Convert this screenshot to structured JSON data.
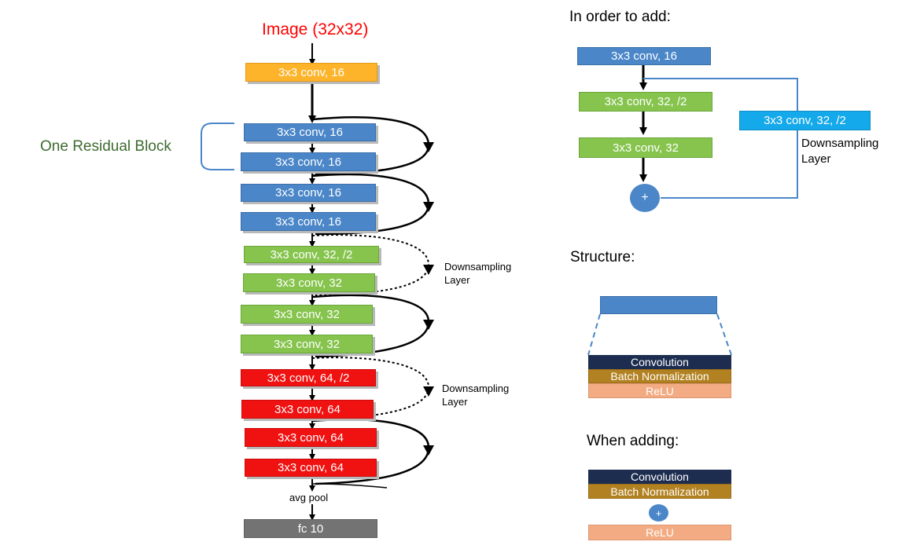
{
  "left": {
    "input_label": "Image (32x32)",
    "block_label": "One Residual Block",
    "layers": [
      "3x3 conv, 16",
      "3x3 conv, 16",
      "3x3 conv, 16",
      "3x3 conv, 16",
      "3x3 conv, 16",
      "3x3 conv, 32, /2",
      "3x3 conv, 32",
      "3x3 conv, 32",
      "3x3 conv, 32",
      "3x3 conv, 64, /2",
      "3x3 conv, 64",
      "3x3 conv, 64",
      "3x3 conv, 64"
    ],
    "pool_label": "avg pool",
    "fc_label": "fc 10",
    "downsampling_1": "Downsampling\nLayer",
    "downsampling_2": "Downsampling\nLayer"
  },
  "right": {
    "add_title": "In order to add:",
    "add_layers": [
      "3x3 conv, 16",
      "3x3 conv, 32, /2",
      "3x3 conv, 32"
    ],
    "shortcut_layer": "3x3 conv, 32, /2",
    "shortcut_caption": "Downsampling\nLayer",
    "plus": "+",
    "structure_title": "Structure:",
    "structure_layers": [
      "Convolution",
      "Batch Normalization",
      "ReLU"
    ],
    "adding_title": "When adding:",
    "adding_layers": [
      "Convolution",
      "Batch Normalization",
      "ReLU"
    ],
    "adding_plus": "+"
  },
  "colors": {
    "blue": "#4a86c8",
    "green": "#86c44e",
    "red": "#f01111",
    "orange": "#fdb42b",
    "gray": "#737373",
    "cyan": "#14a9ea",
    "navy": "#1d2d50",
    "gold": "#b28121",
    "peach": "#f2ab82",
    "title_red": "#ff0000",
    "block_label_green": "#3d6b2e"
  }
}
